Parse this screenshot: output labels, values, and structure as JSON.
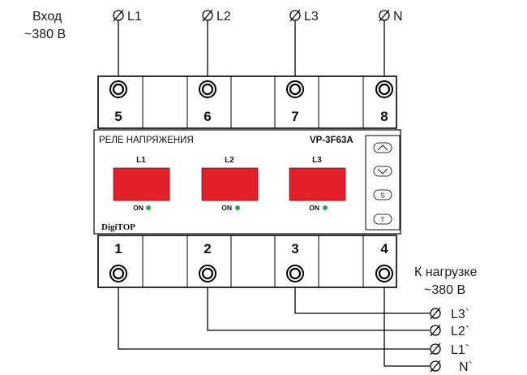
{
  "input": {
    "label_line1": "Вход",
    "label_line2": "~380 В",
    "terminals": [
      "L1",
      "L2",
      "L3",
      "N"
    ]
  },
  "output": {
    "label_line1": "К нагрузке",
    "label_line2": "~380 В",
    "terminals": [
      "L3`",
      "L2`",
      "L1`",
      "N`"
    ]
  },
  "device": {
    "title": "РЕЛЕ НАПРЯЖЕНИЯ",
    "model": "VP-3F63A",
    "brand": "DigiTOP",
    "top_terminals": [
      "5",
      "6",
      "7",
      "8"
    ],
    "bottom_terminals": [
      "1",
      "2",
      "3",
      "4"
    ],
    "phases": [
      {
        "label": "L1",
        "status": "ON"
      },
      {
        "label": "L2",
        "status": "ON"
      },
      {
        "label": "L3",
        "status": "ON"
      }
    ],
    "buttons": [
      {
        "icon": "chevron-up-icon"
      },
      {
        "icon": "chevron-down-icon"
      },
      {
        "label": "S"
      },
      {
        "label": "T"
      }
    ]
  },
  "colors": {
    "display": "#e3202a",
    "led": "#2fa84f",
    "line": "#000000"
  },
  "glyph": {
    "terminal_symbol": "Ø"
  }
}
